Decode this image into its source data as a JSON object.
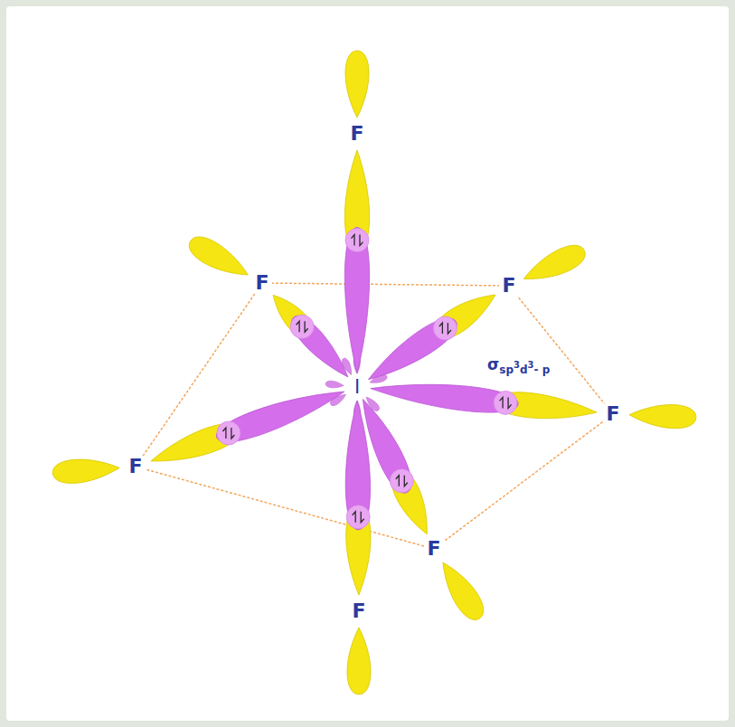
{
  "diagram": {
    "labels": [
      "F",
      "F",
      "F",
      "I",
      "σsp3d3- p",
      "F",
      "F",
      "F",
      "F"
    ]
  }
}
